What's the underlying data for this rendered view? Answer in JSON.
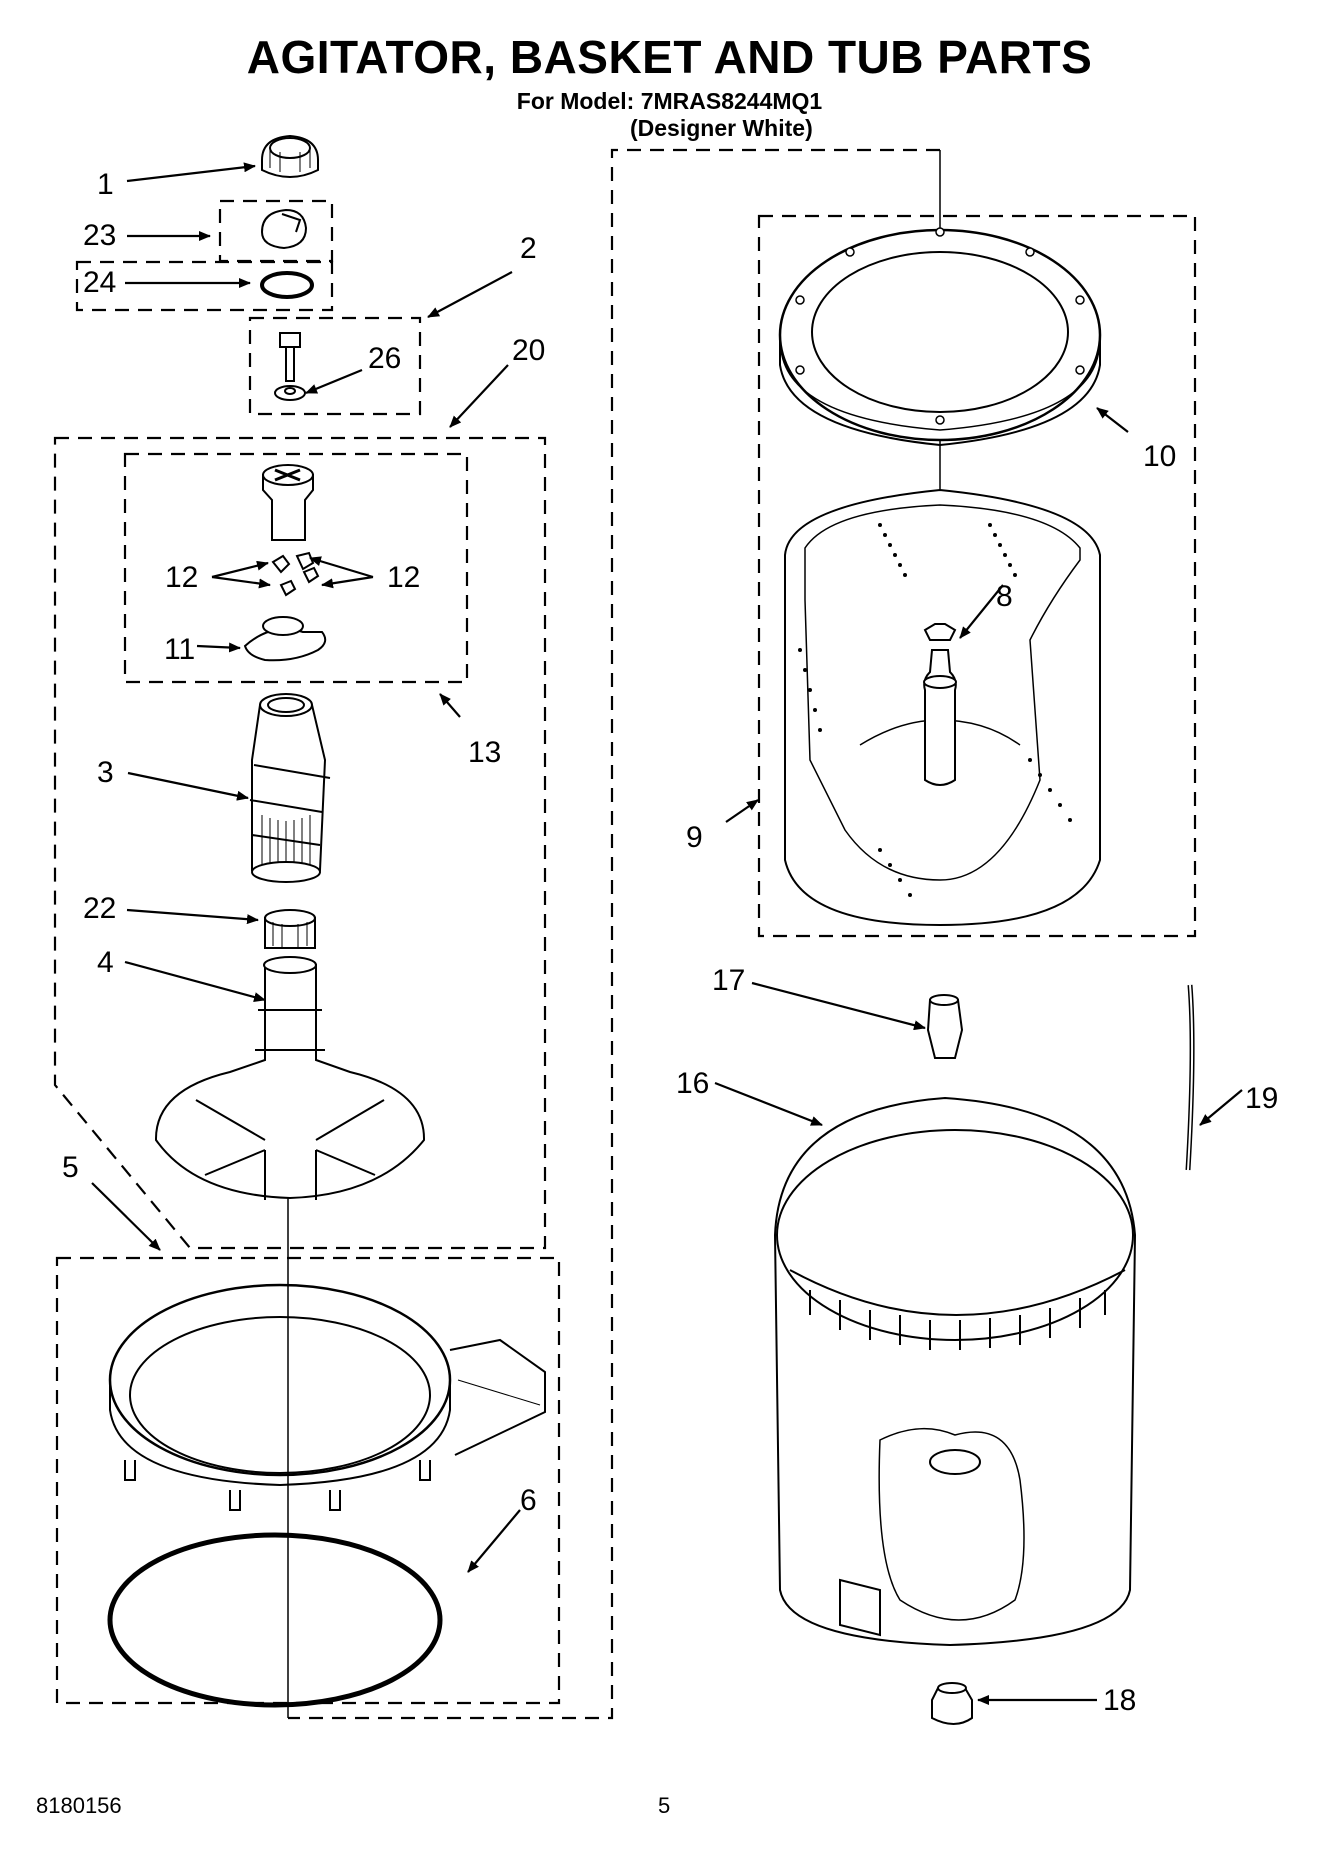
{
  "header": {
    "title": "AGITATOR, BASKET AND TUB PARTS",
    "model_line": "For Model: 7MRAS8244MQ1",
    "color_line": "(Designer White)"
  },
  "footer": {
    "doc_number": "8180156",
    "page_number": "5"
  },
  "callouts": {
    "c1": "1",
    "c2": "2",
    "c3": "3",
    "c4": "4",
    "c5": "5",
    "c6": "6",
    "c8": "8",
    "c9": "9",
    "c10": "10",
    "c11": "11",
    "c12a": "12",
    "c12b": "12",
    "c13": "13",
    "c16": "16",
    "c17": "17",
    "c18": "18",
    "c19": "19",
    "c20": "20",
    "c22": "22",
    "c23": "23",
    "c24": "24",
    "c26": "26"
  }
}
